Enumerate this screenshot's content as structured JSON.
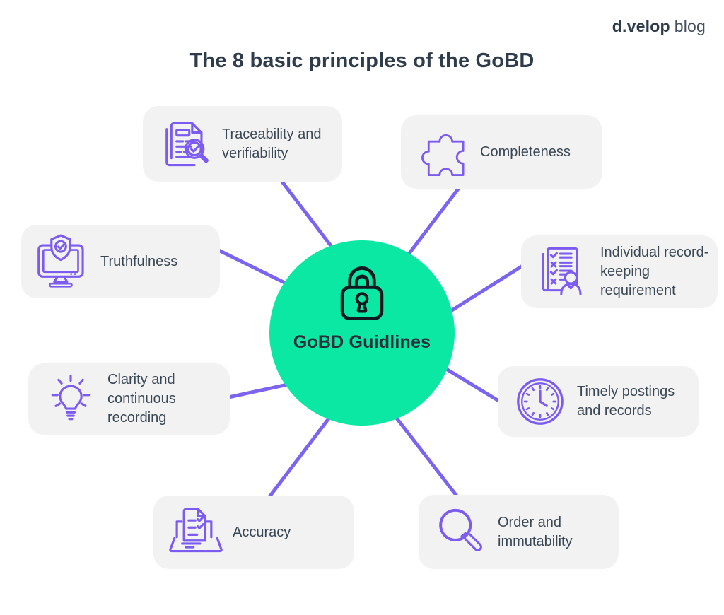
{
  "header": {
    "logo_bold": "d.velop",
    "logo_light": "blog"
  },
  "title": "The 8 basic principles of the GoBD",
  "center": {
    "label": "GoBD Guidlines",
    "icon": "lock-icon"
  },
  "colors": {
    "center_green": "#0AE8A4",
    "connector_purple": "#7C63F0",
    "icon_purple": "#7C5CF0",
    "card_background": "#F2F2F3",
    "heading_text": "#2F3C4B",
    "label_text": "#3A4754"
  },
  "principles": [
    {
      "id": "traceability",
      "label": "Traceability and verifiability",
      "icon": "document-magnifier-check-icon"
    },
    {
      "id": "completeness",
      "label": "Completeness",
      "icon": "puzzle-piece-icon"
    },
    {
      "id": "truthfulness",
      "label": "Truthfulness",
      "icon": "monitor-shield-check-icon"
    },
    {
      "id": "individual",
      "label": "Individual record-keeping requirement",
      "icon": "checklist-person-icon"
    },
    {
      "id": "clarity",
      "label": "Clarity and continuous recording",
      "icon": "lightbulb-icon"
    },
    {
      "id": "timely",
      "label": "Timely postings and records",
      "icon": "clock-icon"
    },
    {
      "id": "accuracy",
      "label": "Accuracy",
      "icon": "laptop-checklist-icon"
    },
    {
      "id": "order",
      "label": "Order and immutability",
      "icon": "magnifier-icon"
    }
  ]
}
